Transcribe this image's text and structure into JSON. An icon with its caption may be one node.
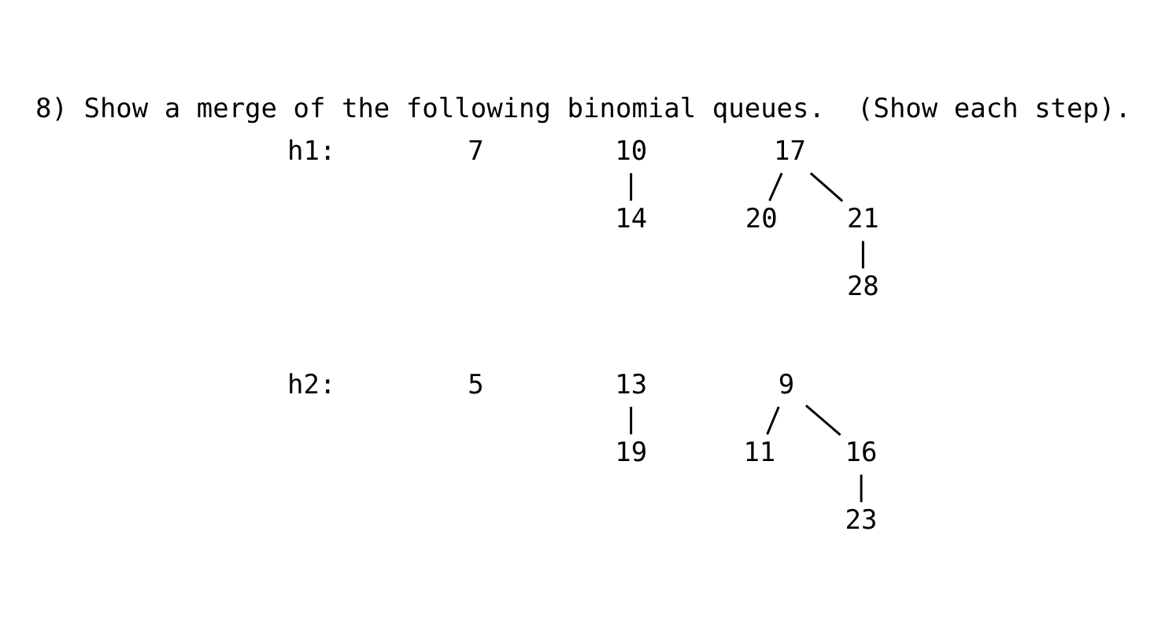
{
  "diagram": {
    "title": "8) Show a merge of the following binomial queues.  (Show each step).",
    "nodes": [
      {
        "text": [
          "7"
        ]
      },
      {
        "text": [
          "10"
        ]
      },
      {
        "text": [
          "17"
        ]
      },
      {
        "text": [
          "14"
        ]
      },
      {
        "text": [
          "20"
        ]
      },
      {
        "text": [
          "21"
        ]
      },
      {
        "text": [
          "28"
        ]
      },
      {
        "text": [
          "5"
        ]
      },
      {
        "text": [
          "13"
        ]
      },
      {
        "text": [
          "9"
        ]
      },
      {
        "text": [
          "19"
        ]
      },
      {
        "text": [
          "11"
        ]
      },
      {
        "text": [
          "16"
        ]
      },
      {
        "text": [
          "23"
        ]
      }
    ],
    "edges": [
      {
        "from": 1,
        "to": 3,
        "arrow": "none"
      },
      {
        "from": 2,
        "to": 4,
        "arrow": "none"
      },
      {
        "from": 2,
        "to": 5,
        "arrow": "none"
      },
      {
        "from": 5,
        "to": 6,
        "arrow": "none"
      },
      {
        "from": 8,
        "to": 10,
        "arrow": "none"
      },
      {
        "from": 9,
        "to": 11,
        "arrow": "none"
      },
      {
        "from": 9,
        "to": 12,
        "arrow": "none"
      },
      {
        "from": 12,
        "to": 13,
        "arrow": "none"
      }
    ],
    "labels": [
      "h1:",
      "h2:"
    ]
  }
}
